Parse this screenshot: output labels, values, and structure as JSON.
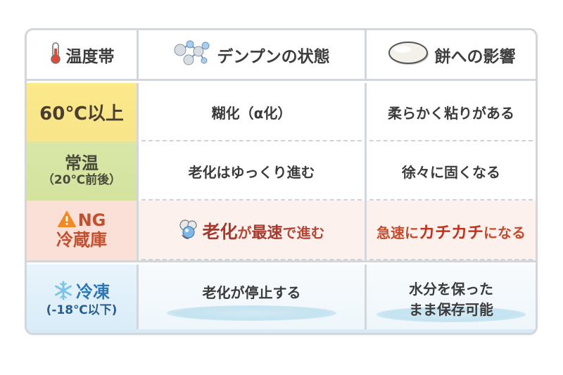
{
  "header": {
    "col1": {
      "icon": "thermometer-icon",
      "label": "温度帯"
    },
    "col2": {
      "icon": "molecule-icon",
      "label": "デンプンの状態"
    },
    "col3": {
      "icon": "mochi-icon",
      "label": "餅への影響"
    }
  },
  "rows": [
    {
      "band": {
        "line1": "60℃以上"
      },
      "starch": {
        "text": "糊化（α化）"
      },
      "mochi": {
        "text": "柔らかく粘りがある"
      },
      "color": "#f9e68a"
    },
    {
      "band": {
        "line1": "常温",
        "line2": "（20℃前後）"
      },
      "starch": {
        "text": "老化はゆっくり進む"
      },
      "mochi": {
        "text": "徐々に固くなる"
      },
      "color": "#d6e5a2"
    },
    {
      "band": {
        "icon": "warning-icon",
        "line1": "NG",
        "line2": "冷蔵庫"
      },
      "starch": {
        "icon": "starch-bubble-icon",
        "parts": [
          "老化",
          "が",
          "最速",
          "で進む"
        ]
      },
      "mochi": {
        "parts": [
          "急速に",
          "カチカチ",
          "になる"
        ]
      },
      "color": "#fbe0d8"
    },
    {
      "band": {
        "icon": "snowflake-icon",
        "line1": "冷凍",
        "line2": "(-18℃以下)"
      },
      "starch": {
        "text": "老化が停止する"
      },
      "mochi": {
        "line1": "水分を保った",
        "line2": "まま保存可能"
      },
      "color": "#e3f1fa"
    }
  ],
  "colors": {
    "border": "#d3d6da",
    "ng_accent": "#c0502f",
    "frozen_accent": "#2c78b7",
    "warning_orange": "#f08a24"
  }
}
